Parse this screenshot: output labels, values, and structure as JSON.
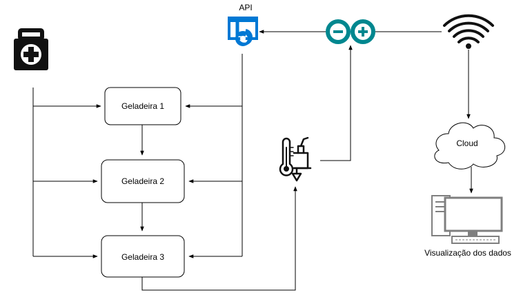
{
  "nodes": {
    "geladeira_1": "Geladeira 1",
    "geladeira_2": "Geladeira 2",
    "geladeira_3": "Geladeira 3",
    "cloud": "Cloud",
    "api": "API",
    "visualizacao": "Visualização dos dados"
  },
  "icons": {
    "medical_kit": "medical-kit-icon",
    "api": "api-icon",
    "arduino": "arduino-icon",
    "wifi": "wifi-icon",
    "sensor": "temperature-sensor-icon",
    "computer": "computer-icon"
  },
  "colors": {
    "api_blue": "#0078d4",
    "arduino_teal": "#00878f",
    "stroke": "#000000",
    "computer_gray": "#7f7f7f"
  }
}
